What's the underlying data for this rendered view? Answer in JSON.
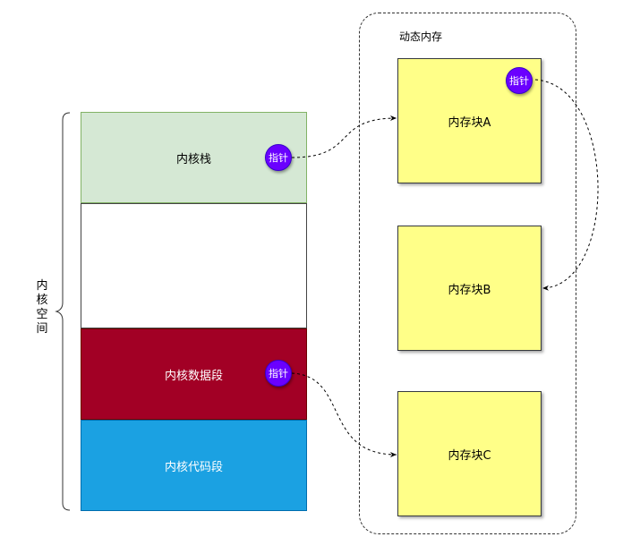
{
  "kernel_space": {
    "label": "内核空间",
    "chars": [
      "内",
      "核",
      "空",
      "间"
    ],
    "segments": {
      "stack": "内核栈",
      "empty": "",
      "data": "内核数据段",
      "code": "内核代码段"
    }
  },
  "dynamic_memory": {
    "label": "动态内存",
    "blocks": [
      "内存块A",
      "内存块B",
      "内存块C"
    ]
  },
  "pointer_label": "指针",
  "colors": {
    "stack_fill": "#d5e8d4",
    "data_fill": "#a20025",
    "code_fill": "#1ba1e2",
    "memblock_fill": "#ffff88",
    "pointer_fill": "#6a00ff"
  }
}
